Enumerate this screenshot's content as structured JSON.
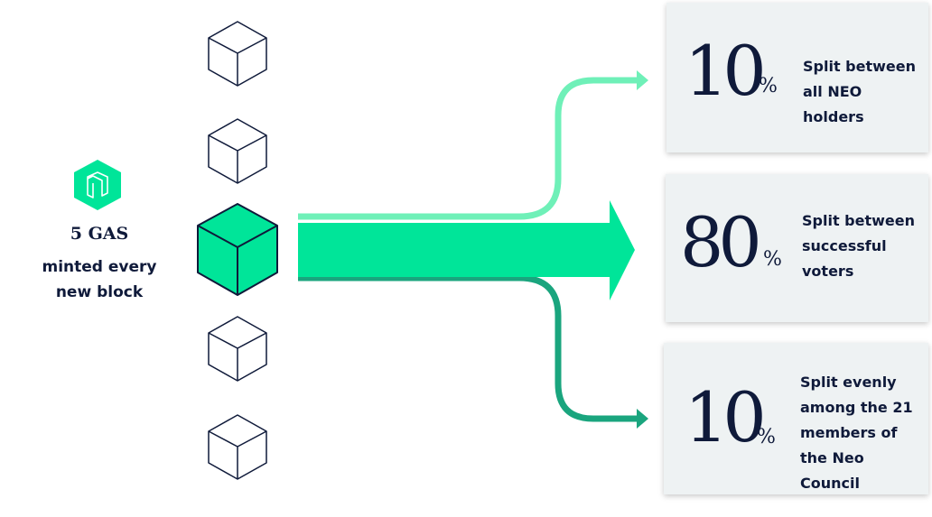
{
  "source": {
    "amount": "5 GAS",
    "description": "minted every new block",
    "logo_icon": "neo-logo-icon"
  },
  "splits": [
    {
      "percent_value": "10",
      "percent_sign": "%",
      "text": "Split between all NEO holders"
    },
    {
      "percent_value": "80",
      "percent_sign": "%",
      "text": "Split between successful voters"
    },
    {
      "percent_value": "10",
      "percent_sign": "%",
      "text": "Split evenly among the 21 members of the Neo Council"
    }
  ],
  "colors": {
    "brand_green": "#00e599",
    "light_green": "#6ff0b8",
    "dark_teal": "#1aa57e",
    "navy": "#0f1a3a",
    "card_bg": "#eef2f3"
  }
}
